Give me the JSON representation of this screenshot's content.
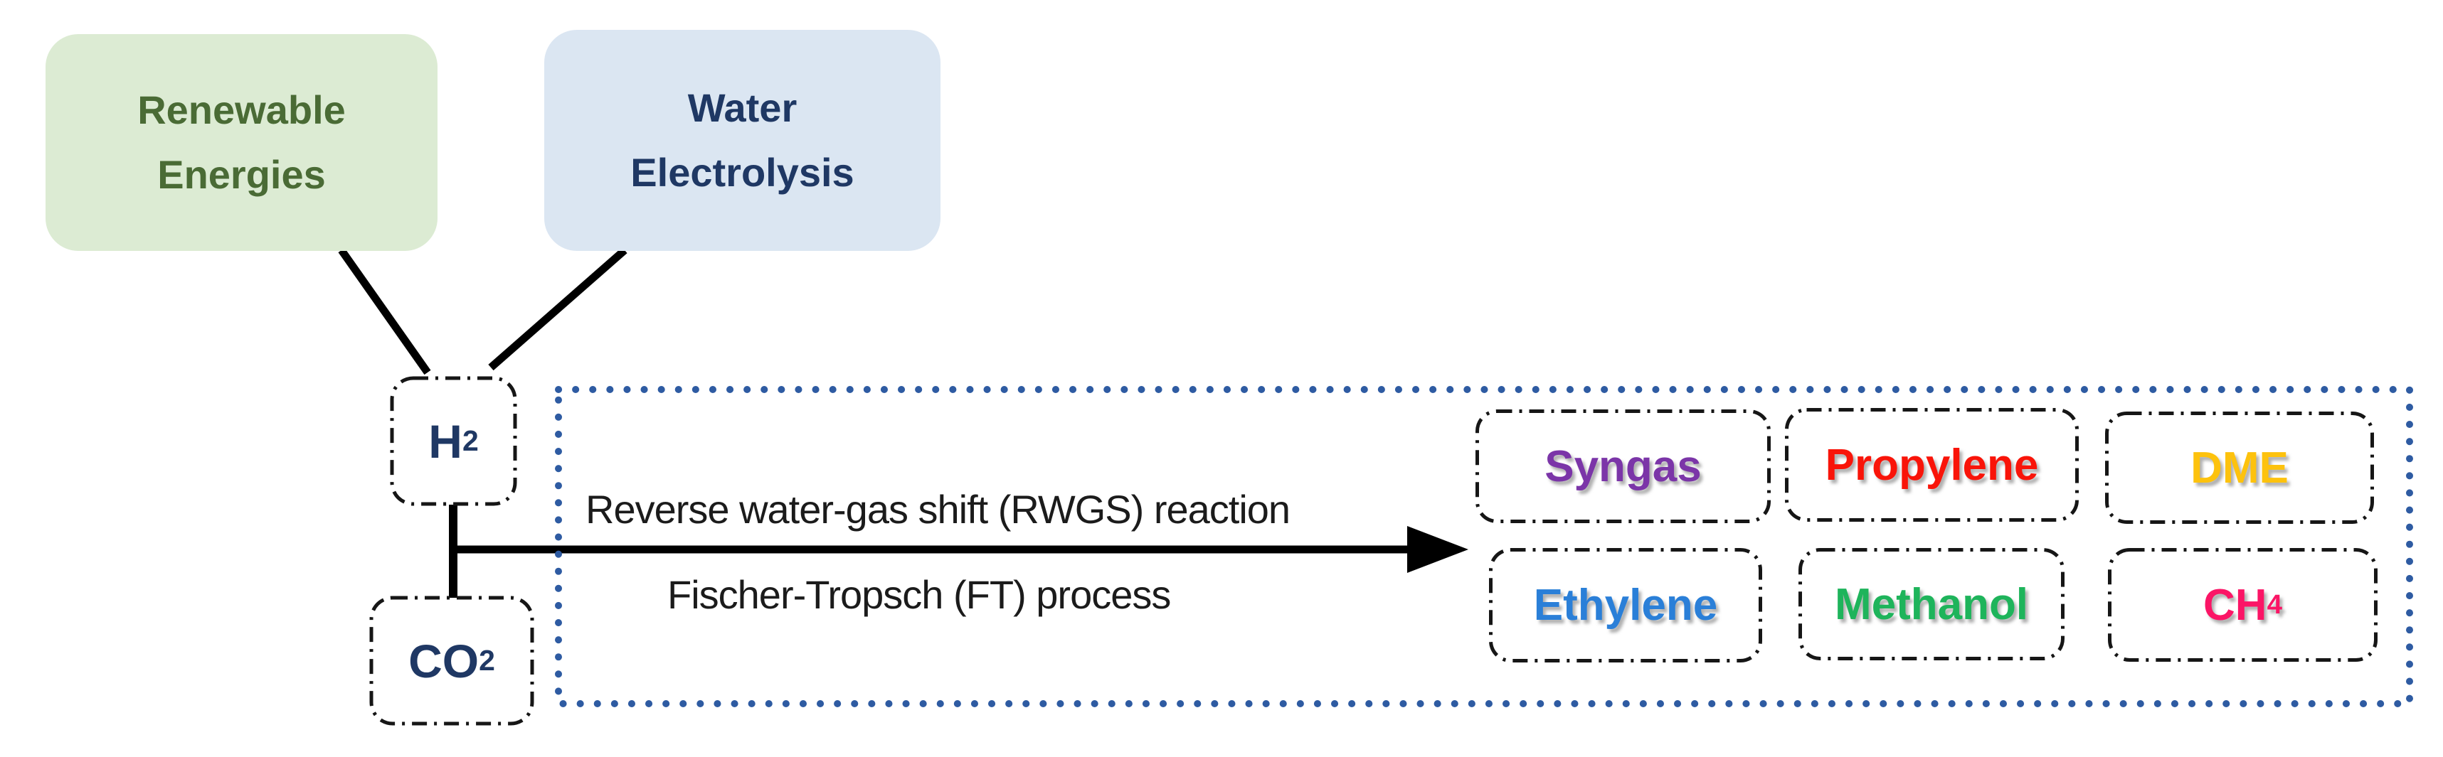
{
  "sources": {
    "renewable": {
      "label": "Renewable Energies",
      "fill": "#dcebd3",
      "text_color": "#4a6b35"
    },
    "electrolysis": {
      "label": "Water Electrolysis",
      "fill": "#dbe6f2",
      "text_color": "#1f3864"
    }
  },
  "feeds": {
    "h2": {
      "formula": "H",
      "subscript": "2",
      "text_color": "#1f3864"
    },
    "co2": {
      "formula": "CO",
      "subscript": "2",
      "text_color": "#1f3864"
    }
  },
  "process": {
    "top_label": "Reverse water-gas shift (RWGS) reaction",
    "bottom_label": "Fischer-Tropsch (FT) process",
    "label_color": "#1b1b1b"
  },
  "products": [
    {
      "name": "Syngas",
      "subscript": "",
      "color": "#7b35a8"
    },
    {
      "name": "Propylene",
      "subscript": "",
      "color": "#f91409"
    },
    {
      "name": "DME",
      "subscript": "",
      "color": "#fdc20d"
    },
    {
      "name": "Ethylene",
      "subscript": "",
      "color": "#2a7fd8"
    },
    {
      "name": "Methanol",
      "subscript": "",
      "color": "#1eb45b"
    },
    {
      "name": "CH",
      "subscript": "4",
      "color": "#fb1566"
    }
  ],
  "styles": {
    "dotted_border_color": "#2e5ba2",
    "dashdot_border_color": "#161616",
    "connector_color": "#000000",
    "background": "#ffffff"
  }
}
